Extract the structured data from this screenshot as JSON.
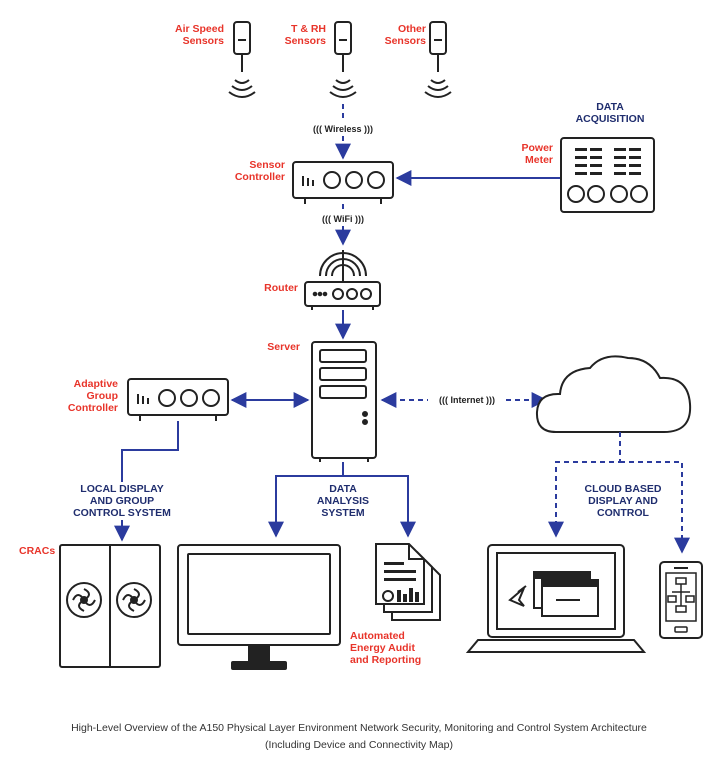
{
  "colors": {
    "red_label": "#e8342a",
    "navy": "#1f2d6e",
    "line": "#2b3b9e",
    "device": "#222222"
  },
  "labels": {
    "air_speed": "Air Speed\nSensors",
    "t_rh": "T & RH\nSensors",
    "other": "Other\nSensors",
    "wireless": "((( Wireless )))",
    "data_acq": "DATA\nACQUISITION",
    "power_meter": "Power\nMeter",
    "sensor_controller": "Sensor\nController",
    "wifi": "((( WiFi )))",
    "router": "Router",
    "server": "Server",
    "agc": "Adaptive\nGroup\nController",
    "internet": "((( Internet )))",
    "local_display": "LOCAL DISPLAY\nAND GROUP\nCONTROL SYSTEM",
    "data_analysis": "DATA\nANALYSIS\nSYSTEM",
    "cloud_display": "CLOUD BASED\nDISPLAY AND\nCONTROL",
    "cracs": "CRACs",
    "audit": "Automated\nEnergy Audit\nand Reporting"
  },
  "caption": {
    "line1": "High-Level Overview of the A150 Physical Layer Environment Network Security, Monitoring and Control System Architecture",
    "line2": "(Including Device and Connectivity Map)"
  }
}
